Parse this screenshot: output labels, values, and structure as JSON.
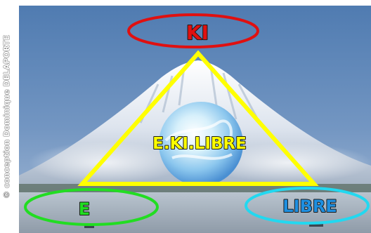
{
  "credit": "© conception Dominique DELAPORTE",
  "nodes": {
    "top": {
      "label": "KI",
      "color": "#e01010",
      "text_color": "#e01010"
    },
    "left": {
      "label": "E",
      "color": "#22dd22",
      "text_color": "#22dd22"
    },
    "right": {
      "label": "LIBRE",
      "color": "#22d8f0",
      "text_color": "#1e8fe0"
    },
    "center": {
      "label": "E.KI.LIBRE",
      "color": "#ffff00"
    }
  },
  "triangle": {
    "color": "#ffff00"
  },
  "background": {
    "subject": "snow-capped mountain over lake",
    "sky": "#5e86b8",
    "snow": "#e8edf4",
    "water": "#aab6c2"
  },
  "sphere": {
    "colors": [
      "#ffffff",
      "#bfe6f7",
      "#5fa8e0"
    ]
  }
}
